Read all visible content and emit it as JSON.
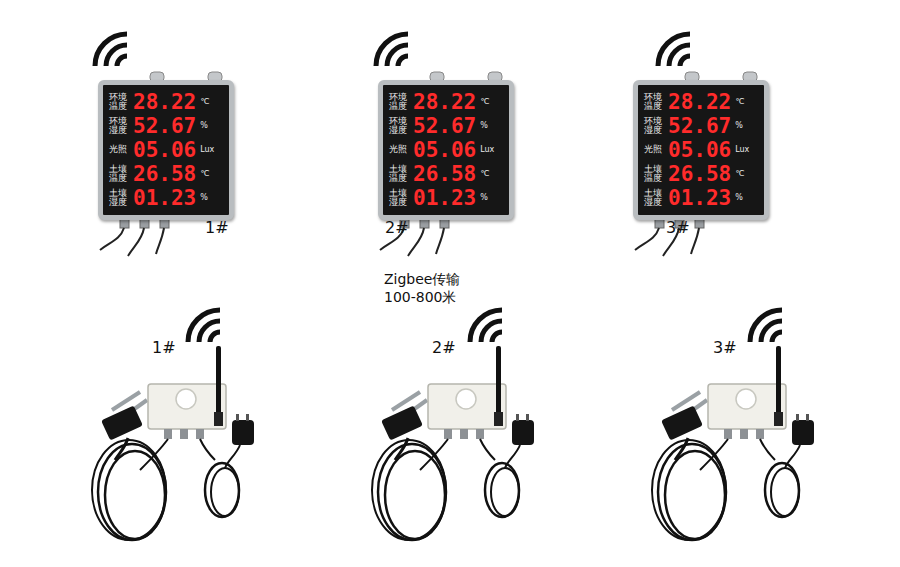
{
  "diagram": {
    "nodes": [
      {
        "text": [
          "环境温度",
          "28.22",
          "℃",
          "环境湿度",
          "52.67",
          "%",
          "光照",
          "05.06",
          "Lux",
          "土壤温度",
          "26.58",
          "℃",
          "土壤湿度",
          "01.23",
          "%"
        ]
      },
      {
        "text": [
          "环境温度",
          "28.22",
          "℃",
          "环境湿度",
          "52.67",
          "%",
          "光照",
          "05.06",
          "Lux",
          "土壤温度",
          "26.58",
          "℃",
          "土壤湿度",
          "01.23",
          "%"
        ]
      },
      {
        "text": [
          "环境温度",
          "28.22",
          "℃",
          "环境湿度",
          "52.67",
          "%",
          "光照",
          "05.06",
          "Lux",
          "土壤温度",
          "26.58",
          "℃",
          "土壤湿度",
          "01.23",
          "%"
        ]
      }
    ],
    "edges": [],
    "labels": [
      "1#",
      "2#",
      "3#",
      "Zigbee传输",
      "100-800米",
      "1#",
      "2#",
      "3#"
    ]
  }
}
